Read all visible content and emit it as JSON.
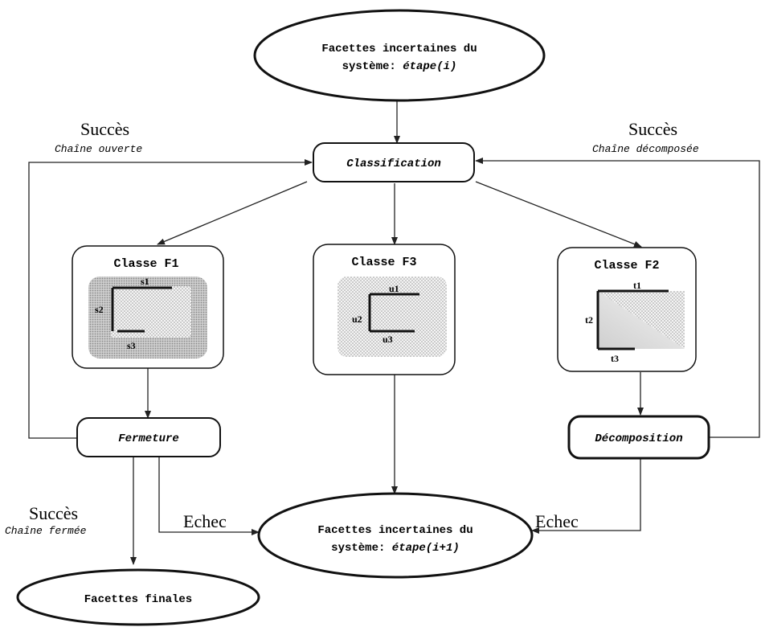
{
  "nodes": {
    "top": {
      "line1": "Facettes incertaines du",
      "line2_prefix": "système: ",
      "line2_italic": "étape(i)"
    },
    "classification": "Classification",
    "f1": {
      "title": "Classe F1",
      "labels": [
        "s1",
        "s2",
        "s3"
      ]
    },
    "f3": {
      "title": "Classe F3",
      "labels": [
        "u1",
        "u2",
        "u3"
      ]
    },
    "f2": {
      "title": "Classe F2",
      "labels": [
        "t1",
        "t2",
        "t3"
      ]
    },
    "fermeture": "Fermeture",
    "decomposition": "Décomposition",
    "bottom": {
      "line1": "Facettes incertaines du",
      "line2_prefix": "système: ",
      "line2_italic": "étape(i+1)"
    },
    "finales": "Facettes finales"
  },
  "edges": {
    "success_left": {
      "title": "Succès",
      "subtitle": "Chaîne ouverte"
    },
    "success_right": {
      "title": "Succès",
      "subtitle": "Chaîne décomposée"
    },
    "success_bottom": {
      "title": "Succès",
      "subtitle": "Chaîne fermée"
    },
    "echec_left": "Echec",
    "echec_right": "Echec"
  }
}
